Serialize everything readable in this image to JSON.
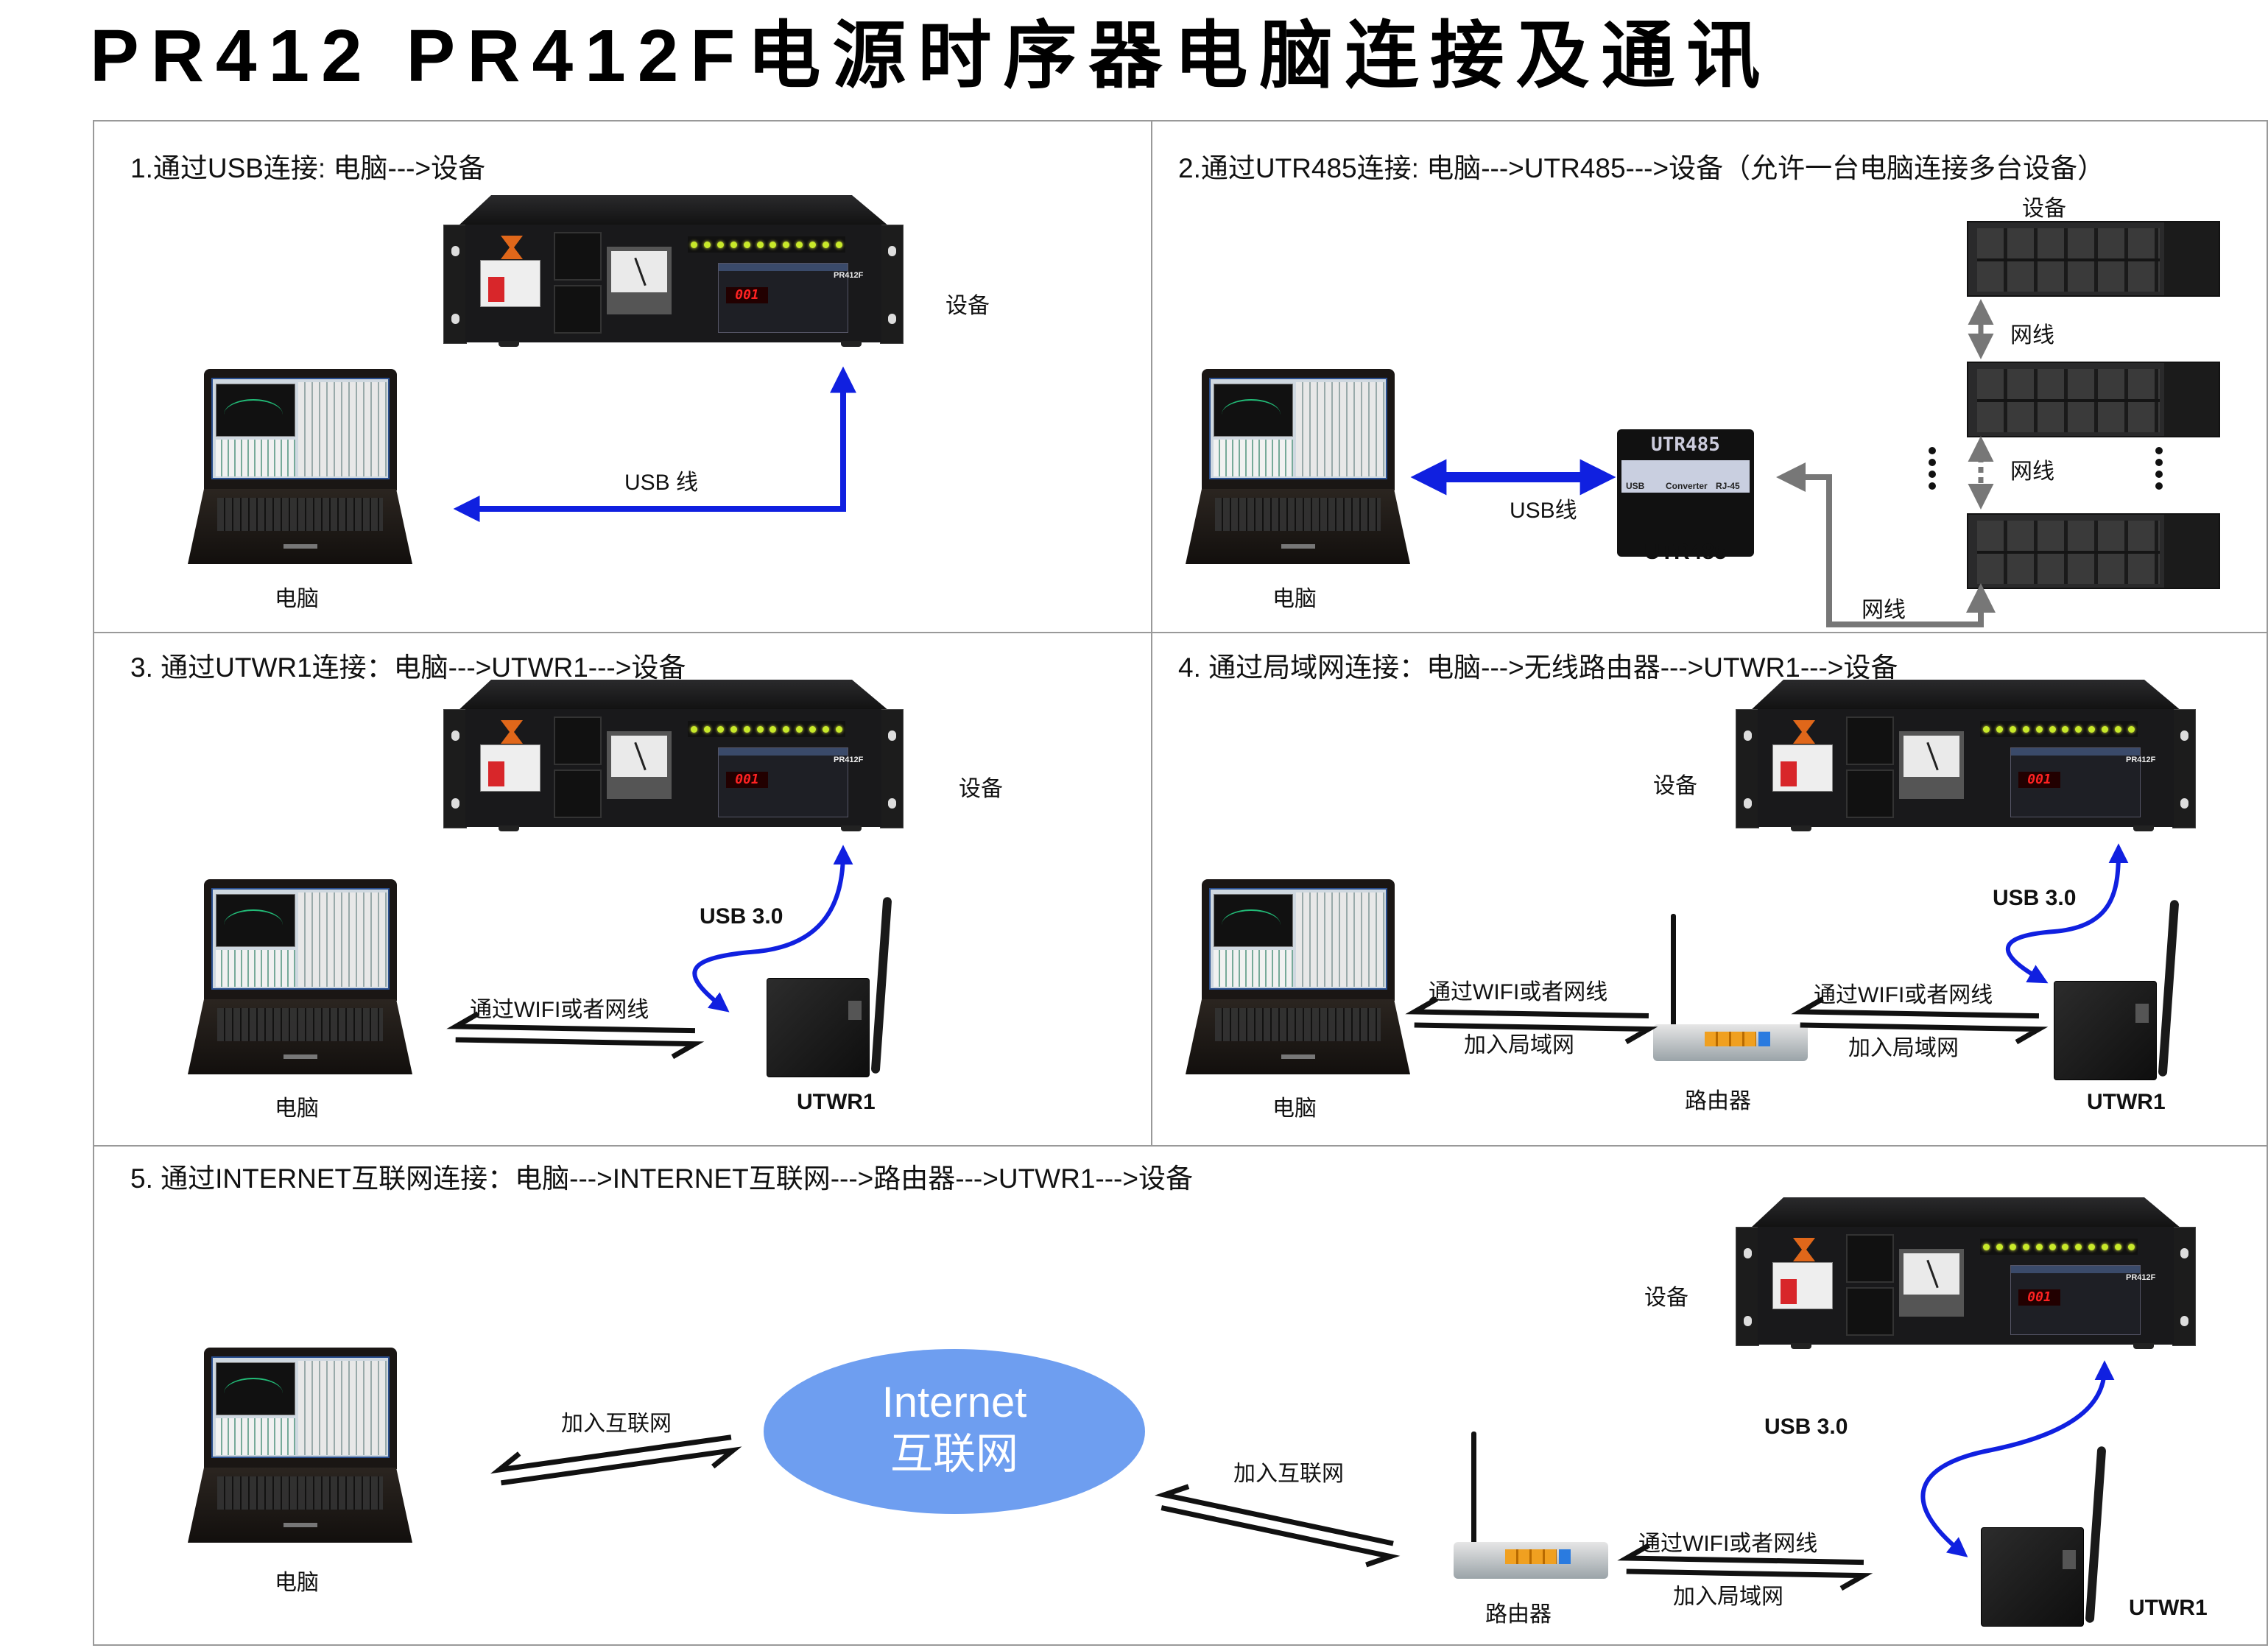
{
  "title": "PR412 PR412F电源时序器电脑连接及通讯",
  "device": {
    "display": "001",
    "model": "PR412F"
  },
  "utr485_box": {
    "brand": "UTR485",
    "usb": "USB",
    "converter": "Converter",
    "rj45": "RJ-45"
  },
  "colors": {
    "usb_arrow": "#1020e0",
    "net_arrow": "#777777",
    "internet": "#6e9ef0"
  },
  "panel1": {
    "heading": "1.通过USB连接:  电脑--->设备",
    "device_label": "设备",
    "pc_label": "电脑",
    "cable_label": "USB 线"
  },
  "panel2": {
    "heading": "2.通过UTR485连接: 电脑--->UTR485--->设备（允许一台电脑连接多台设备）",
    "device_label": "设备",
    "pc_label": "电脑",
    "usb_label": "USB线",
    "utr_label": "UTR485",
    "net_label_1": "网线",
    "net_label_2": "网线",
    "net_label_3": "网线"
  },
  "panel3": {
    "heading": "3. 通过UTWR1连接：电脑--->UTWR1--->设备",
    "device_label": "设备",
    "pc_label": "电脑",
    "usb_label": "USB 3.0",
    "link_label": "通过WIFI或者网线",
    "utwr_label": "UTWR1"
  },
  "panel4": {
    "heading": "4. 通过局域网连接：电脑--->无线路由器--->UTWR1--->设备",
    "device_label": "设备",
    "pc_label": "电脑",
    "link_label_1": "通过WIFI或者网线",
    "lan_label_1": "加入局域网",
    "router_label": "路由器",
    "link_label_2": "通过WIFI或者网线",
    "lan_label_2": "加入局域网",
    "usb_label": "USB 3.0",
    "utwr_label": "UTWR1"
  },
  "panel5": {
    "heading": "5. 通过INTERNET互联网连接：电脑--->INTERNET互联网--->路由器--->UTWR1--->设备",
    "device_label": "设备",
    "pc_label": "电脑",
    "internet_label_1": "加入互联网",
    "cloud_line1": "Internet",
    "cloud_line2": "互联网",
    "internet_label_2": "加入互联网",
    "router_label": "路由器",
    "link_label": "通过WIFI或者网线",
    "lan_label": "加入局域网",
    "usb_label": "USB 3.0",
    "utwr_label": "UTWR1"
  }
}
